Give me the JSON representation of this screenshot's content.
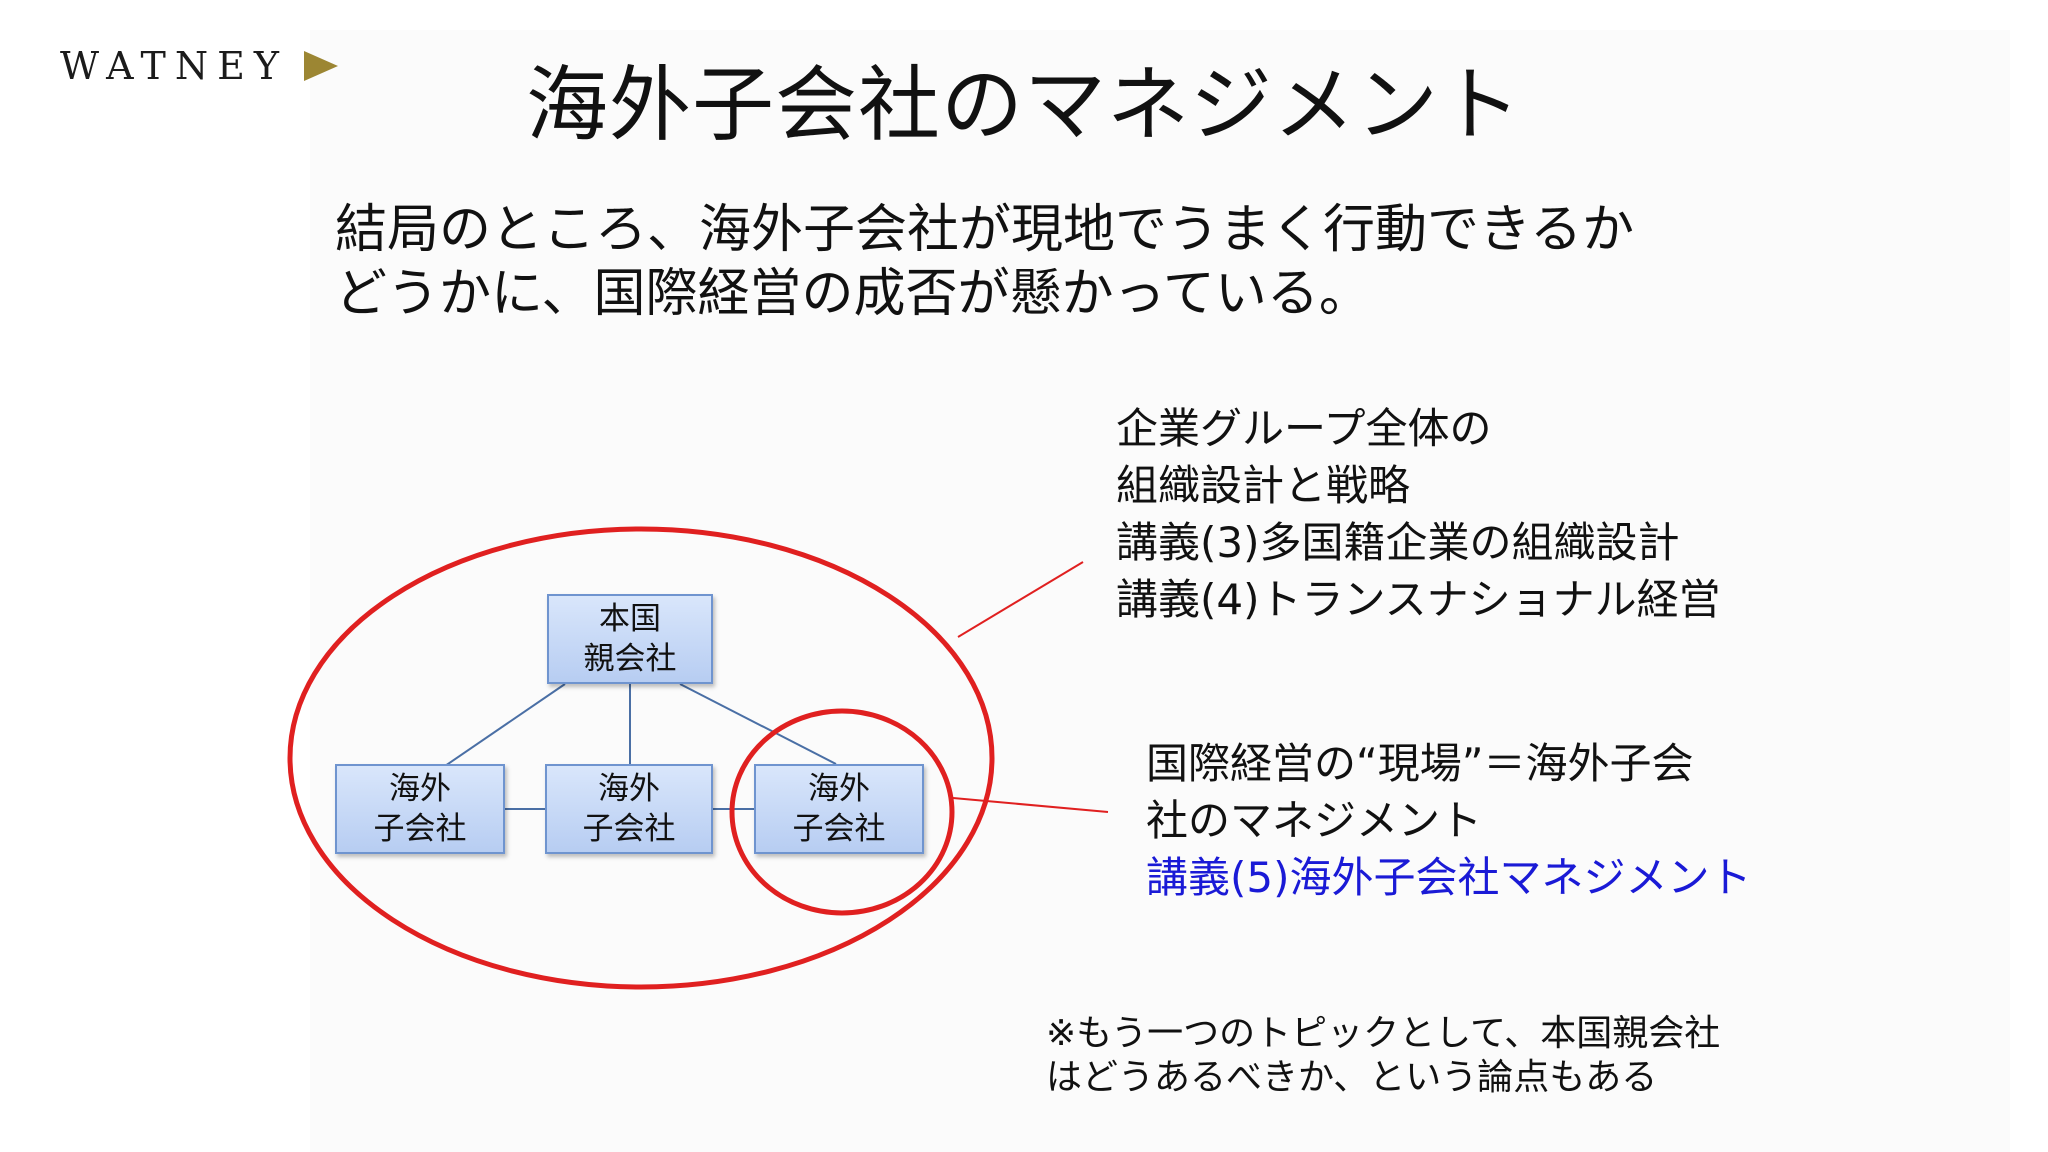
{
  "logo": {
    "text": "WATNEY",
    "arrow_color": "#9c8633"
  },
  "title": "海外子会社のマネジメント",
  "lead": {
    "line1": "結局のところ、海外子会社が現地でうまく行動できるか",
    "line2": "どうかに、国際経営の成否が懸かっている。"
  },
  "diagram": {
    "parent": {
      "line1": "本国",
      "line2": "親会社"
    },
    "subsidiaries": [
      {
        "line1": "海外",
        "line2": "子会社"
      },
      {
        "line1": "海外",
        "line2": "子会社"
      },
      {
        "line1": "海外",
        "line2": "子会社"
      }
    ],
    "box_fill_top": "#d9e6fb",
    "box_fill_bottom": "#b7cdf2",
    "box_border": "#6f94cf",
    "connector_color": "#4a6fa5",
    "highlight_color": "#e02020"
  },
  "note_group": {
    "line1": "企業グループ全体の",
    "line2": "組織設計と戦略",
    "line3": "講義(3)多国籍企業の組織設計",
    "line4": "講義(4)トランスナショナル経営"
  },
  "note_subsidiary": {
    "line1": "国際経営の“現場”＝海外子会",
    "line2": "社のマネジメント",
    "line3": "講義(5)海外子会社マネジメント",
    "accent_color": "#1a1ad6"
  },
  "note_bottom": {
    "line1": "※もう一つのトピックとして、本国親会社",
    "line2": "はどうあるべきか、という論点もある"
  }
}
